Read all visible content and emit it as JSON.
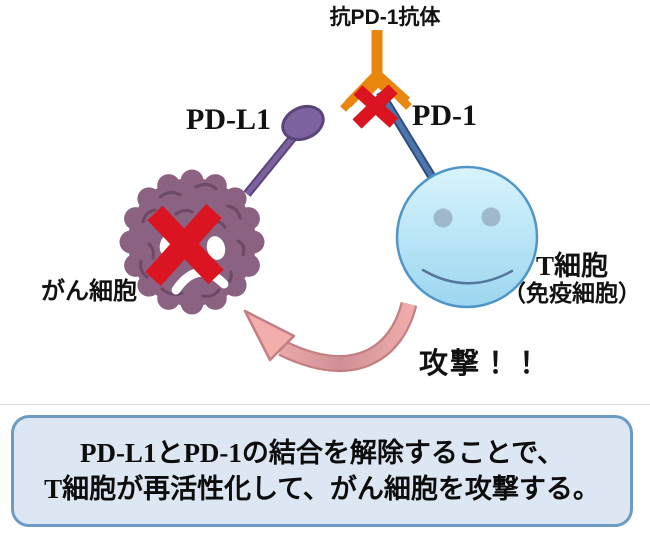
{
  "labels": {
    "antibody": "抗PD-1抗体",
    "pdl1": "PD-L1",
    "pd1": "PD-1",
    "cancer_cell": "がん細胞",
    "t_cell_line1": "T細胞",
    "t_cell_line2": "（免疫細胞）",
    "attack": "攻撃！！"
  },
  "caption": {
    "line1": "PD-L1とPD-1の結合を解除することで、",
    "line2": "T細胞が再活性化して、がん細胞を攻撃する。"
  },
  "colors": {
    "antibody_orange": "#E8860D",
    "inhibit_x_red": "#DB1422",
    "pd1_stick_blue": "#4C76AC",
    "pd1_stick_outline": "#2F4E7E",
    "pdl1_purple": "#7D62A0",
    "pdl1_outline": "#5A4478",
    "cancer_cell_fill": "#8B6282",
    "cancer_cell_texture": "#66455F",
    "tcell_top": "#D8F4FD",
    "tcell_bottom": "#9CD6EF",
    "tcell_border": "#4F96C8",
    "tcell_eye": "#9FB9CC",
    "tcell_mouth": "#55779B",
    "arrow_pink": "#F2AEAB",
    "arrow_pink_light": "#F4B6B2",
    "arrow_pink_shade": "#CE9095",
    "arrow_outline": "#C47F82",
    "caption_fill": "#DCE7F3",
    "caption_border": "#6C9BC4",
    "divider": "#DCDCDC"
  }
}
